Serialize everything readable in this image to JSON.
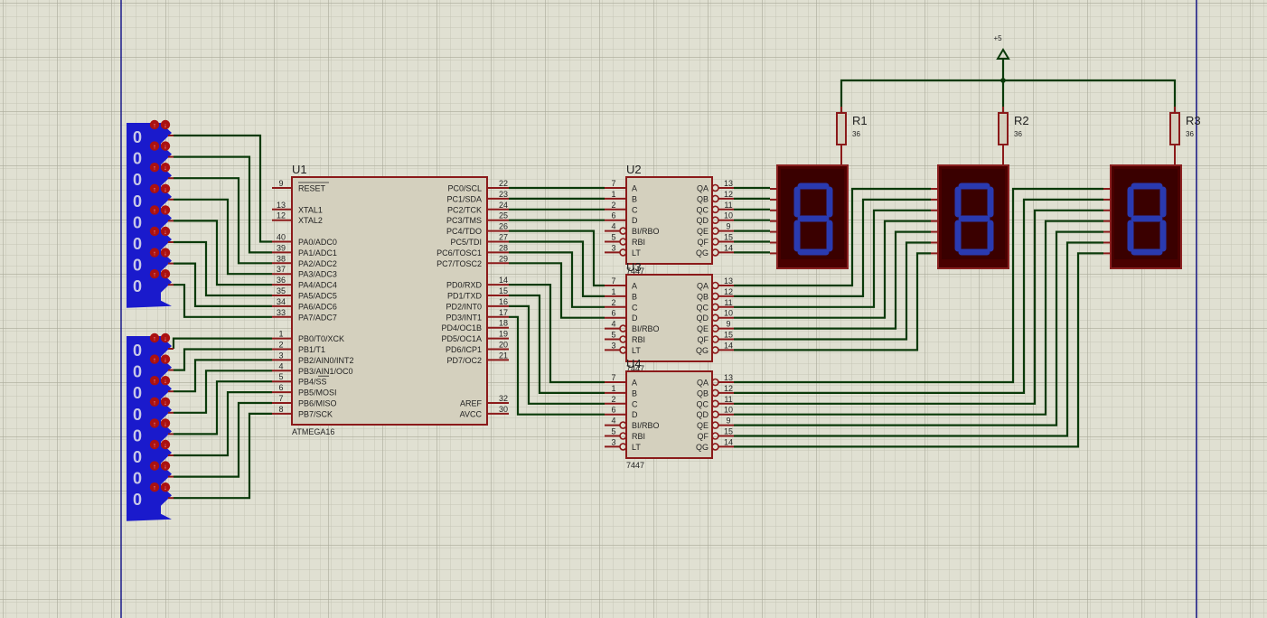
{
  "colors": {
    "background": "#e0e0d2",
    "grid_minor": "#c8c8b8",
    "grid_major": "#a8a898",
    "sheet_border": "#1a1a8a",
    "wire": "#0a3a0a",
    "component_outline": "#8b1a1a",
    "component_fill": "#d4d0be",
    "pin_line": "#8b1a1a",
    "probe_fill": "#1a1acc",
    "probe_text": "#c8c8e8",
    "probe_button": "#aa1111",
    "display_body": "#4a0000",
    "display_segment": "#2a3ab0",
    "text": "#222222"
  },
  "logic_states": {
    "group_a": [
      "0",
      "0",
      "0",
      "0",
      "0",
      "0",
      "0",
      "0"
    ],
    "group_b": [
      "0",
      "0",
      "0",
      "0",
      "0",
      "0",
      "0",
      "0"
    ]
  },
  "power": {
    "label": "+5"
  },
  "mcu": {
    "ref": "U1",
    "part": "ATMEGA16",
    "left_pins": [
      {
        "num": "9",
        "name": "RESET",
        "overbar": true
      },
      {
        "num": "",
        "name": ""
      },
      {
        "num": "13",
        "name": "XTAL1"
      },
      {
        "num": "12",
        "name": "XTAL2"
      },
      {
        "num": "",
        "name": ""
      },
      {
        "num": "40",
        "name": "PA0/ADC0"
      },
      {
        "num": "39",
        "name": "PA1/ADC1"
      },
      {
        "num": "38",
        "name": "PA2/ADC2"
      },
      {
        "num": "37",
        "name": "PA3/ADC3"
      },
      {
        "num": "36",
        "name": "PA4/ADC4"
      },
      {
        "num": "35",
        "name": "PA5/ADC5"
      },
      {
        "num": "34",
        "name": "PA6/ADC6"
      },
      {
        "num": "33",
        "name": "PA7/ADC7"
      },
      {
        "num": "",
        "name": ""
      },
      {
        "num": "1",
        "name": "PB0/T0/XCK"
      },
      {
        "num": "2",
        "name": "PB1/T1"
      },
      {
        "num": "3",
        "name": "PB2/AIN0/INT2"
      },
      {
        "num": "4",
        "name": "PB3/AIN1/OC0"
      },
      {
        "num": "5",
        "name": "PB4/SS"
      },
      {
        "num": "6",
        "name": "PB5/MOSI"
      },
      {
        "num": "7",
        "name": "PB6/MISO"
      },
      {
        "num": "8",
        "name": "PB7/SCK"
      }
    ],
    "right_pins": [
      {
        "num": "22",
        "name": "PC0/SCL"
      },
      {
        "num": "23",
        "name": "PC1/SDA"
      },
      {
        "num": "24",
        "name": "PC2/TCK"
      },
      {
        "num": "25",
        "name": "PC3/TMS"
      },
      {
        "num": "26",
        "name": "PC4/TDO"
      },
      {
        "num": "27",
        "name": "PC5/TDI"
      },
      {
        "num": "28",
        "name": "PC6/TOSC1"
      },
      {
        "num": "29",
        "name": "PC7/TOSC2"
      },
      {
        "num": "",
        "name": ""
      },
      {
        "num": "14",
        "name": "PD0/RXD"
      },
      {
        "num": "15",
        "name": "PD1/TXD"
      },
      {
        "num": "16",
        "name": "PD2/INT0"
      },
      {
        "num": "17",
        "name": "PD3/INT1"
      },
      {
        "num": "18",
        "name": "PD4/OC1B"
      },
      {
        "num": "19",
        "name": "PD5/OC1A"
      },
      {
        "num": "20",
        "name": "PD6/ICP1"
      },
      {
        "num": "21",
        "name": "PD7/OC2"
      },
      {
        "num": "",
        "name": ""
      },
      {
        "num": "",
        "name": ""
      },
      {
        "num": "",
        "name": ""
      },
      {
        "num": "32",
        "name": "AREF"
      },
      {
        "num": "30",
        "name": "AVCC"
      }
    ]
  },
  "decoders": [
    {
      "ref": "U2",
      "part": "7447"
    },
    {
      "ref": "U3",
      "part": "7447"
    },
    {
      "ref": "U4",
      "part": "7447"
    }
  ],
  "decoder_pins": {
    "left": [
      {
        "num": "7",
        "name": "A",
        "inverted": false
      },
      {
        "num": "1",
        "name": "B",
        "inverted": false
      },
      {
        "num": "2",
        "name": "C",
        "inverted": false
      },
      {
        "num": "6",
        "name": "D",
        "inverted": false
      },
      {
        "num": "4",
        "name": "BI/RBO",
        "inverted": true
      },
      {
        "num": "5",
        "name": "RBI",
        "inverted": true
      },
      {
        "num": "3",
        "name": "LT",
        "inverted": true
      }
    ],
    "right": [
      {
        "num": "13",
        "name": "QA"
      },
      {
        "num": "12",
        "name": "QB"
      },
      {
        "num": "11",
        "name": "QC"
      },
      {
        "num": "10",
        "name": "QD"
      },
      {
        "num": "9",
        "name": "QE"
      },
      {
        "num": "15",
        "name": "QF"
      },
      {
        "num": "14",
        "name": "QG"
      }
    ]
  },
  "resistors": [
    {
      "ref": "R1",
      "value": "36"
    },
    {
      "ref": "R2",
      "value": "36"
    },
    {
      "ref": "R3",
      "value": "36"
    }
  ],
  "displays": [
    {
      "name": "display-1",
      "digit": "8"
    },
    {
      "name": "display-2",
      "digit": "8"
    },
    {
      "name": "display-3",
      "digit": "8"
    }
  ]
}
